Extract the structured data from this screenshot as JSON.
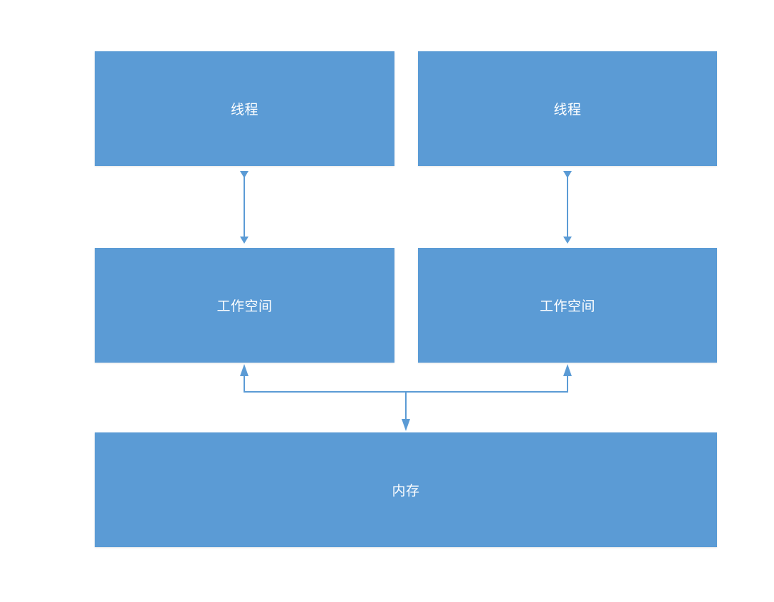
{
  "diagram": {
    "nodes": [
      {
        "id": "thread-left",
        "label": "线程"
      },
      {
        "id": "thread-right",
        "label": "线程"
      },
      {
        "id": "work-left",
        "label": "工作空间"
      },
      {
        "id": "work-right",
        "label": "工作空间"
      },
      {
        "id": "memory",
        "label": "内存"
      }
    ],
    "edges": [
      {
        "from": "thread-left",
        "to": "work-left",
        "direction": "both"
      },
      {
        "from": "thread-right",
        "to": "work-right",
        "direction": "both"
      },
      {
        "from": "memory",
        "to": "work-left",
        "direction": "both"
      },
      {
        "from": "memory",
        "to": "work-right",
        "direction": "both"
      }
    ],
    "colors": {
      "box_fill": "#5b9bd5",
      "box_text": "#ffffff",
      "connector": "#5b9bd5"
    }
  }
}
